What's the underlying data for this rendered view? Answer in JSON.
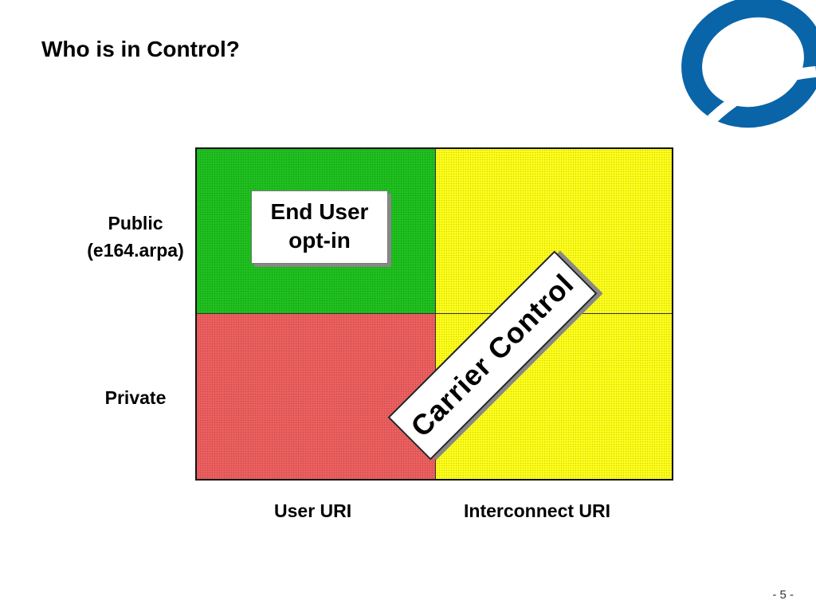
{
  "slide": {
    "title": "Who is in Control?",
    "page_number": "- 5 -"
  },
  "matrix": {
    "rows": [
      {
        "label_line1": "Public",
        "label_line2": "(e164.arpa)"
      },
      {
        "label_line1": "Private"
      }
    ],
    "columns": [
      "User URI",
      "Interconnect URI"
    ],
    "quadrant_colors": {
      "public_user": "#1fc11f",
      "public_interconnect": "#ffff1a",
      "private_user": "#ee5f5f",
      "private_interconnect": "#ffff1a"
    },
    "callout": {
      "line1": "End User",
      "line2": "opt-in"
    },
    "banner": "Carrier Control"
  },
  "logo": {
    "icon": "globe-ring-logo-icon",
    "color": "#0a64a8"
  }
}
